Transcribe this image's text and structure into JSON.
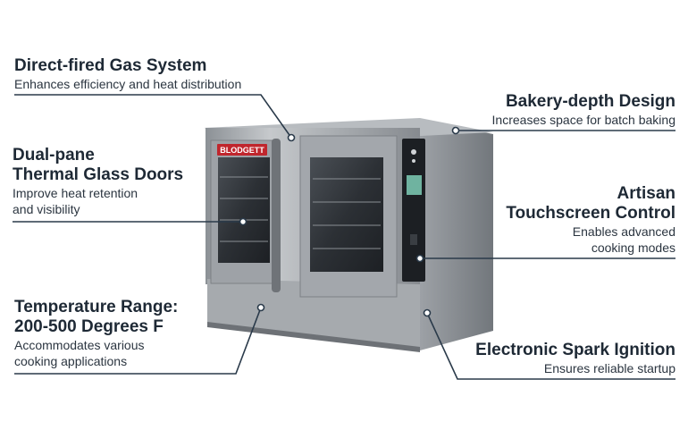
{
  "brand": "BLODGETT",
  "colors": {
    "callout_line": "#2a3a4a",
    "heading": "#1e2935",
    "brand_red": "#c0262d",
    "steel": "#9a9ea3",
    "screen": "#6fb3a0"
  },
  "features": {
    "gas": {
      "title": "Direct-fired Gas System",
      "desc": "Enhances efficiency and heat distribution"
    },
    "bakery": {
      "title": "Bakery-depth Design",
      "desc": "Increases space for batch baking"
    },
    "glass": {
      "title_1": "Dual-pane",
      "title_2": "Thermal Glass Doors",
      "desc_1": "Improve heat retention",
      "desc_2": "and visibility"
    },
    "touch": {
      "title_1": "Artisan",
      "title_2": "Touchscreen Control",
      "desc_1": "Enables advanced",
      "desc_2": "cooking modes"
    },
    "temp": {
      "title_1": "Temperature Range:",
      "title_2": "200-500 Degrees F",
      "desc_1": "Accommodates various",
      "desc_2": "cooking applications"
    },
    "spark": {
      "title": "Electronic Spark Ignition",
      "desc": "Ensures reliable startup"
    }
  }
}
